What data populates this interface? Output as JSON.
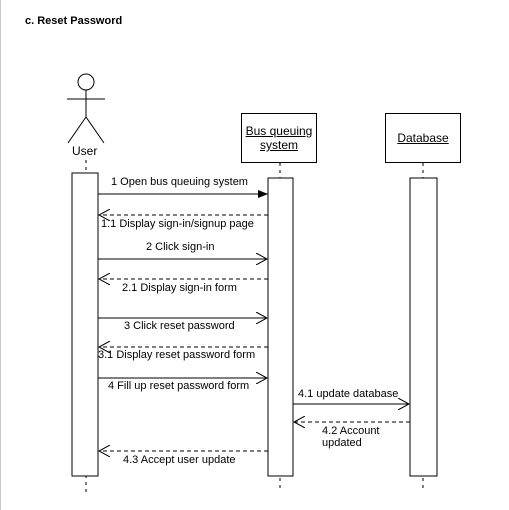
{
  "title": "c. Reset Password",
  "participants": {
    "user": "User",
    "system": [
      "Bus queuing",
      "system"
    ],
    "database": "Database"
  },
  "messages": [
    {
      "id": "m1",
      "label": "1 Open bus queuing system",
      "from": "User",
      "to": "Bus queuing system",
      "kind": "sync"
    },
    {
      "id": "m1_1",
      "label": "1.1 Display sign-in/signup page",
      "from": "Bus queuing system",
      "to": "User",
      "kind": "return"
    },
    {
      "id": "m2",
      "label": "2 Click sign-in",
      "from": "User",
      "to": "Bus queuing system",
      "kind": "call"
    },
    {
      "id": "m2_1",
      "label": "2.1 Display sign-in form",
      "from": "Bus queuing system",
      "to": "User",
      "kind": "return"
    },
    {
      "id": "m3",
      "label": "3 Click reset password",
      "from": "User",
      "to": "Bus queuing system",
      "kind": "call"
    },
    {
      "id": "m3_1",
      "label": "3.1 Display reset password form",
      "from": "Bus queuing system",
      "to": "User",
      "kind": "return"
    },
    {
      "id": "m4",
      "label": "4 Fill up reset password form",
      "from": "User",
      "to": "Bus queuing system",
      "kind": "call"
    },
    {
      "id": "m4_1",
      "label": "4.1 update database",
      "from": "Bus queuing system",
      "to": "Database",
      "kind": "call"
    },
    {
      "id": "m4_2",
      "label": [
        "4.2 Account",
        "updated"
      ],
      "from": "Database",
      "to": "Bus queuing system",
      "kind": "return"
    },
    {
      "id": "m4_3",
      "label": "4.3 Accept user update",
      "from": "Bus queuing system",
      "to": "User",
      "kind": "return"
    }
  ]
}
